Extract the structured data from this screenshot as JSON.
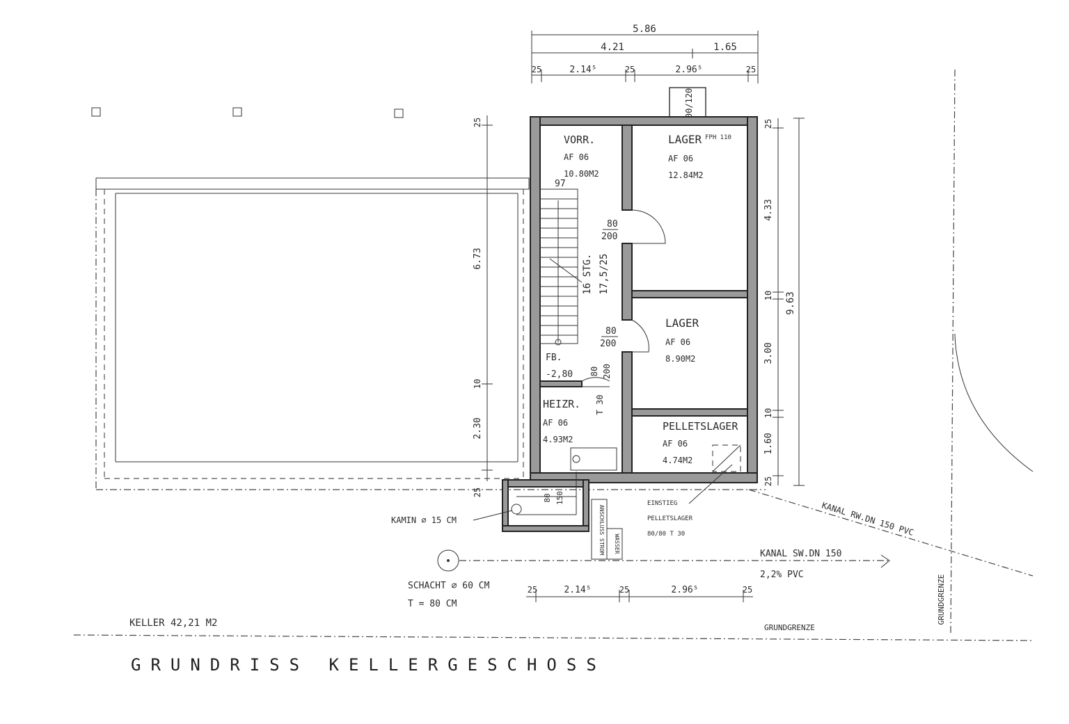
{
  "title": "GRUNDRISS KELLERGESCHOSS",
  "summary": "KELLER 42,21 M2",
  "rooms": {
    "vorr": {
      "name": "VORR.",
      "floor": "AF 06",
      "area": "10.80M2"
    },
    "lager1": {
      "name": "LAGER",
      "floor": "AF 06",
      "area": "12.84M2"
    },
    "lager2": {
      "name": "LAGER",
      "floor": "AF 06",
      "area": "8.90M2"
    },
    "heizr": {
      "name": "HEIZR.",
      "floor": "AF 06",
      "area": "4.93M2"
    },
    "pellet": {
      "name": "PELLETSLAGER",
      "floor": "AF 06",
      "area": "4.74M2"
    }
  },
  "dims_top": {
    "total": "5.86",
    "a": "4.21",
    "b": "1.65",
    "w1": "25",
    "s1": "2.14⁵",
    "w2": "25",
    "s2": "2.96⁵",
    "w3": "25"
  },
  "dims_bottom": {
    "w1": "25",
    "s1": "2.14⁵",
    "w2": "25",
    "s2": "2.96⁵",
    "w3": "25"
  },
  "dims_left": {
    "a": "25",
    "b": "6.73",
    "c": "10",
    "d": "2.30",
    "e": "25"
  },
  "dims_right": {
    "total": "9.63",
    "a": "25",
    "b": "4.33",
    "c": "10",
    "d": "3.00",
    "e": "10",
    "f": "1.60",
    "g": "25"
  },
  "labels": {
    "window": "100/120",
    "fph": "FPH 110",
    "stairs": "16 STG.",
    "stairs2": "17,5/25",
    "door1": "80",
    "door1b": "200",
    "door2": "80",
    "door2b": "200",
    "door3": "80",
    "door3b": "200",
    "t30": "T 30",
    "fb": "FB.",
    "fb_level": "-2,80",
    "stair_w": "97",
    "shaft": "80",
    "shaft2": "150",
    "kamin": "KAMIN ⌀ 15 CM",
    "anschluss": "ANSCHLUSS STROM",
    "wasser": "WASSER",
    "einstieg1": "EINSTIEG",
    "einstieg2": "PELLETSLAGER",
    "einstieg3": "80/80 T 30",
    "schacht1": "SCHACHT ⌀ 60 CM",
    "schacht2": "T = 80 CM",
    "kanal_rw": "KANAL RW.DN 150 PVC",
    "kanal_sw1": "KANAL SW.DN 150",
    "kanal_sw2": "2,2% PVC",
    "grundgrenze_h": "GRUNDGRENZE",
    "grundgrenze_v": "GRUNDGRENZE"
  }
}
